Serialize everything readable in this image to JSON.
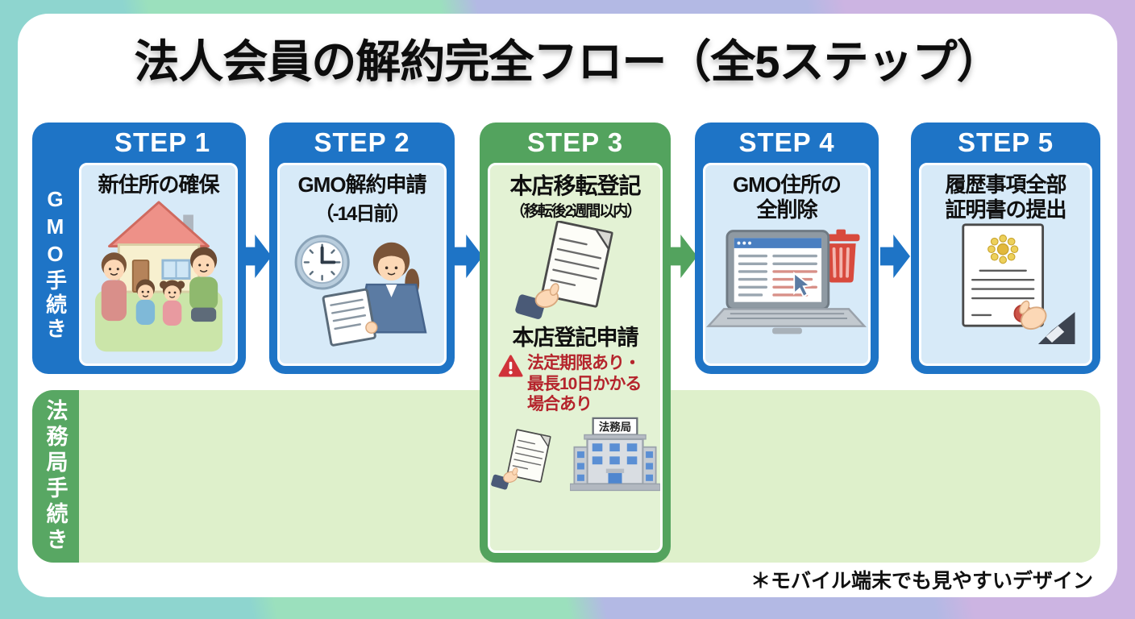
{
  "title": "法人会員の解約完全フロー（全5ステップ）",
  "footnote": "＊モバイル端末でも見やすいデザイン",
  "lanes": {
    "gmo_label": "GMO手続き",
    "houmukyoku_label": "法務局手続き"
  },
  "steps": [
    {
      "label": "STEP 1",
      "title": "新住所の確保",
      "icon": "family-house-illustration"
    },
    {
      "label": "STEP 2",
      "title": "GMO解約申請",
      "subtitle": "（-14日前）",
      "icon": "clock-staff-document-illustration"
    },
    {
      "label": "STEP 3",
      "title": "本店移転登記",
      "subtitle": "（移転後2週間以内）",
      "title2": "本店登記申請",
      "warning_line1": "法定期限あり・",
      "warning_line2": "最長10日かかる",
      "warning_line3": "場合あり",
      "building_sign": "法務局",
      "icon": "document-hand-and-houmukyoku-building-illustration"
    },
    {
      "label": "STEP 4",
      "title_line1": "GMO住所の",
      "title_line2": "全削除",
      "icon": "laptop-delete-illustration"
    },
    {
      "label": "STEP 5",
      "title_line1": "履歴事項全部",
      "title_line2": "証明書の提出",
      "icon": "certificate-hand-illustration"
    }
  ],
  "colors": {
    "step_blue": "#1e74c6",
    "step_green": "#53a35e",
    "panel_blue": "#d7eaf8",
    "panel_green": "#e3f2d4",
    "band_green": "#def0cb",
    "band_strip_green": "#58a763",
    "warning_red": "#b5242c",
    "trash_red": "#d84a3d",
    "border_teal": "#8ed5cf",
    "border_mint": "#9be0bd",
    "border_periwinkle": "#b3b9e4",
    "border_lavender": "#ccb4e2"
  }
}
